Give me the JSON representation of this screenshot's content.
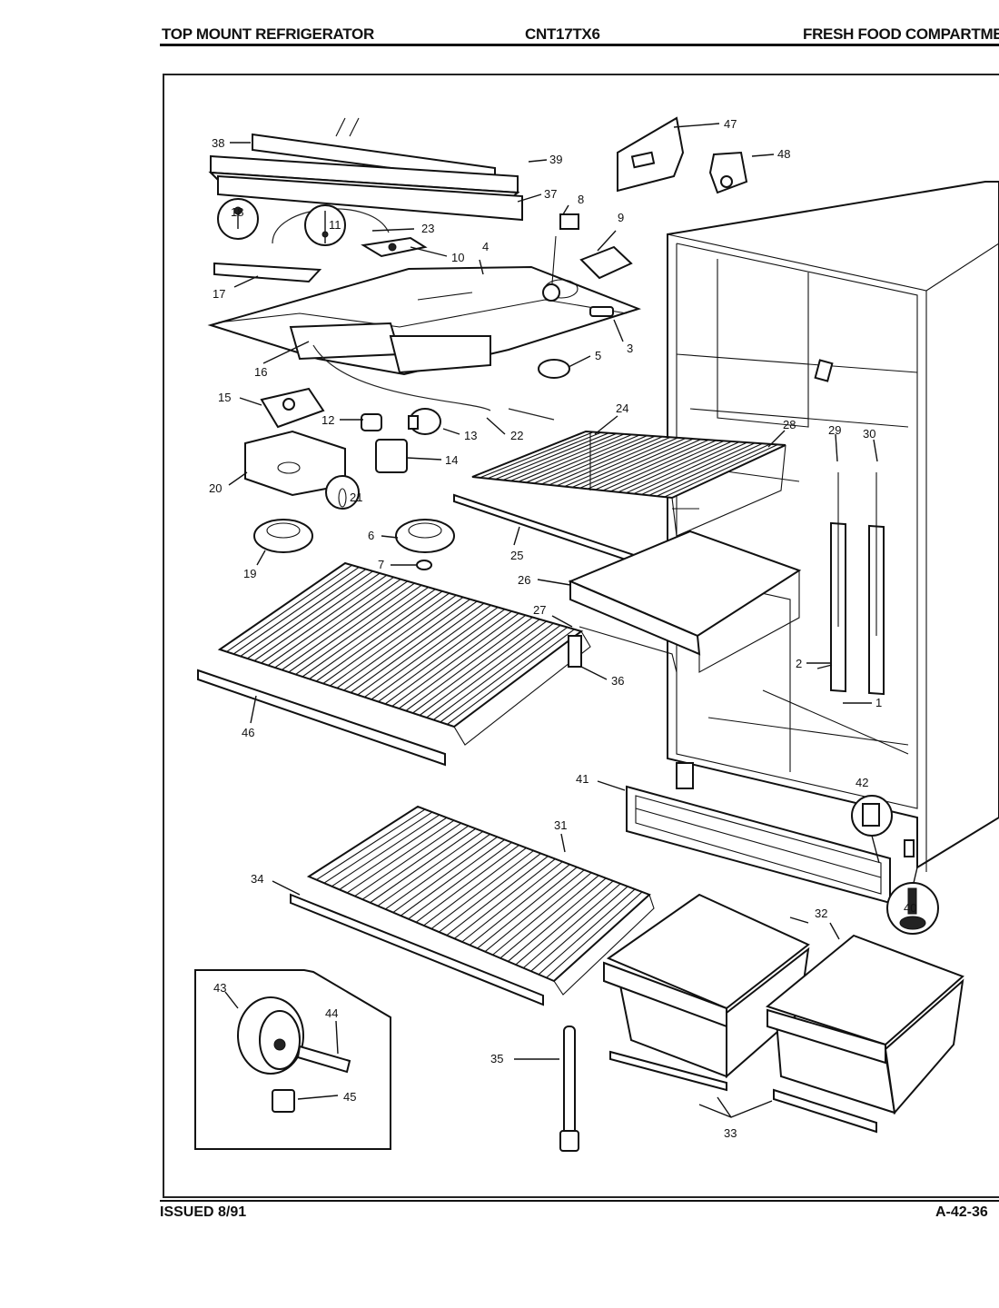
{
  "header": {
    "left": "TOP MOUNT REFRIGERATOR",
    "center": "CNT17TX6",
    "right": "FRESH FOOD COMPARTMEN"
  },
  "footer": {
    "left": "ISSUED 8/91",
    "right": "A-42-36"
  },
  "callouts": {
    "c1": "1",
    "c2": "2",
    "c3": "3",
    "c4": "4",
    "c5": "5",
    "c6": "6",
    "c7": "7",
    "c8": "8",
    "c9": "9",
    "c10": "10",
    "c11": "11",
    "c12": "12",
    "c13": "13",
    "c14": "14",
    "c15": "15",
    "c16": "16",
    "c17": "17",
    "c18": "18",
    "c19": "19",
    "c20": "20",
    "c21": "21",
    "c22": "22",
    "c23": "23",
    "c24": "24",
    "c25": "25",
    "c26": "26",
    "c27": "27",
    "c28": "28",
    "c29": "29",
    "c30": "30",
    "c31": "31",
    "c32": "32",
    "c33": "33",
    "c34": "34",
    "c35": "35",
    "c36": "36",
    "c37": "37",
    "c38": "38",
    "c39": "39",
    "c40": "40",
    "c41": "41",
    "c42": "42",
    "c43": "43",
    "c44": "44",
    "c45": "45",
    "c46": "46",
    "c47": "47",
    "c48": "48"
  }
}
